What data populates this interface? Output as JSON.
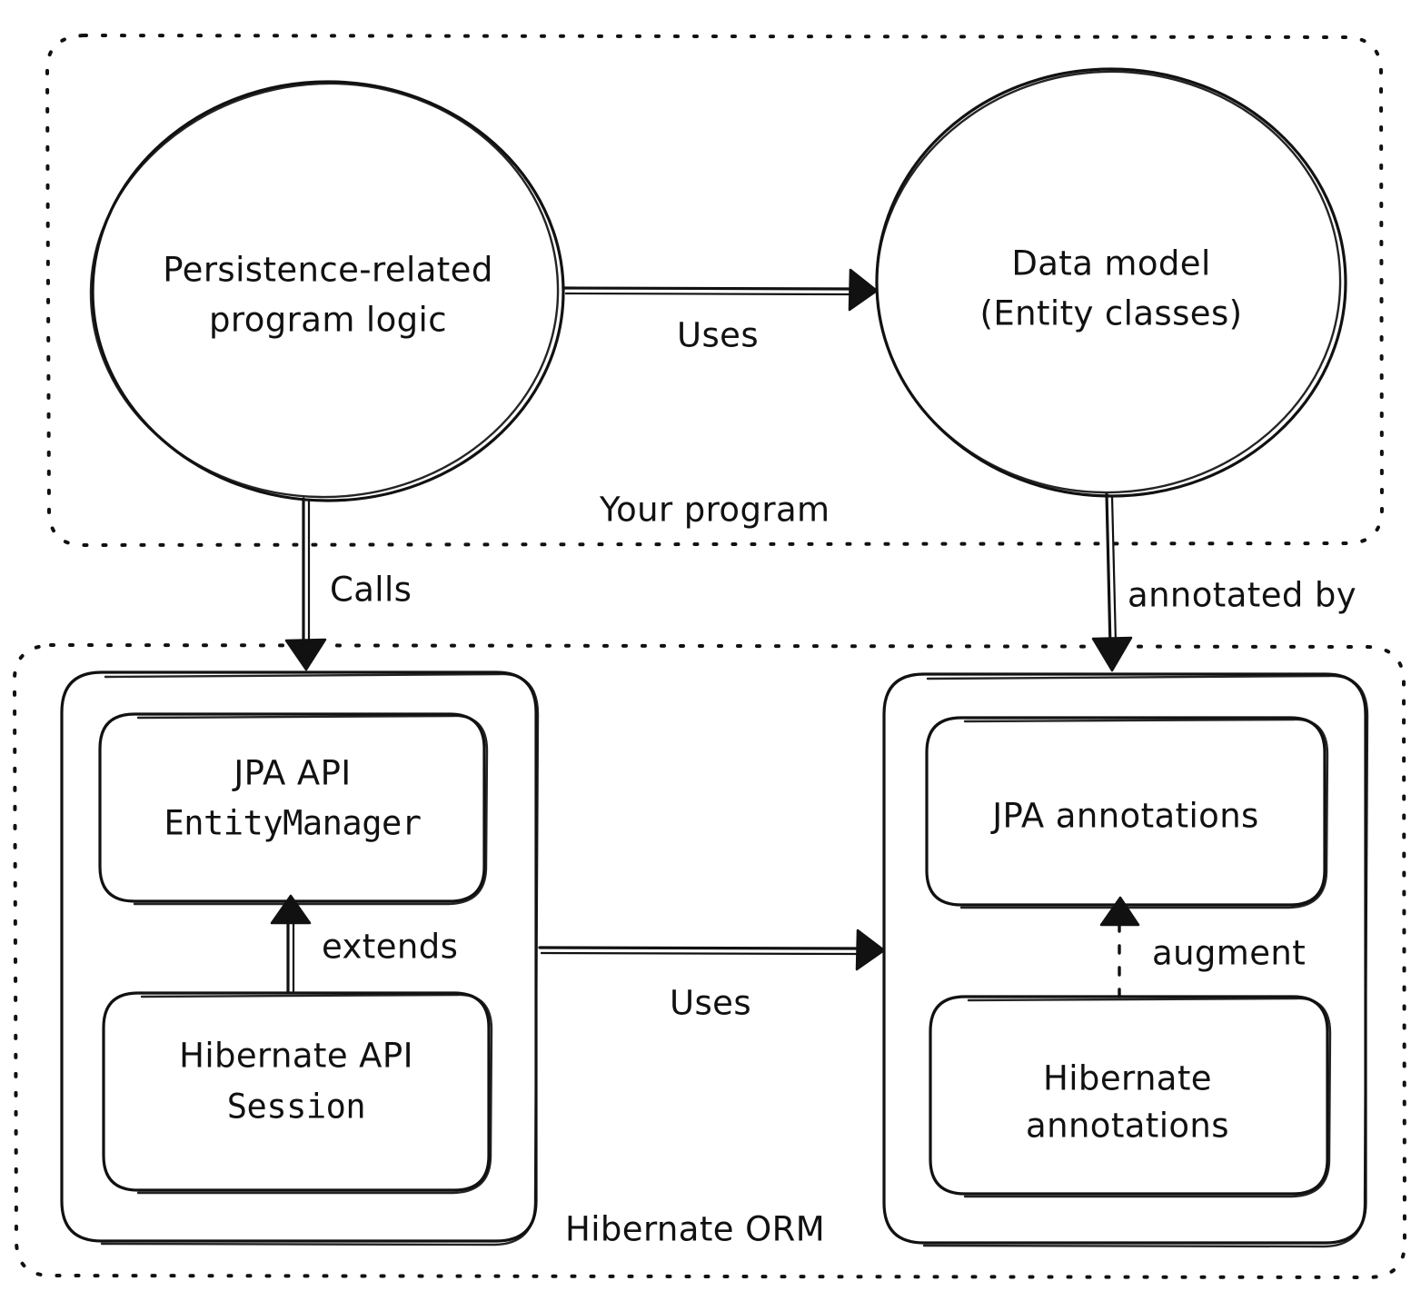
{
  "diagram": {
    "title_implicit": "JPA / Hibernate ORM architecture",
    "groups": [
      {
        "id": "your-program",
        "label": "Your program"
      },
      {
        "id": "hibernate-orm",
        "label": "Hibernate ORM"
      }
    ],
    "nodes": [
      {
        "id": "persistence-logic",
        "shape": "ellipse",
        "line1": "Persistence-related",
        "line2": "program logic"
      },
      {
        "id": "data-model",
        "shape": "ellipse",
        "line1": "Data model",
        "line2": "(Entity classes)"
      },
      {
        "id": "jpa-api",
        "shape": "rounded-rect",
        "line1": "JPA API",
        "line2": "EntityManager"
      },
      {
        "id": "hibernate-api",
        "shape": "rounded-rect",
        "line1": "Hibernate API",
        "line2": "Session"
      },
      {
        "id": "jpa-annotations",
        "shape": "rounded-rect",
        "line1": "JPA annotations",
        "line2": ""
      },
      {
        "id": "hibernate-annotations",
        "shape": "rounded-rect",
        "line1": "Hibernate",
        "line2": "annotations"
      }
    ],
    "edges": [
      {
        "id": "uses-top",
        "label": "Uses",
        "from": "persistence-logic",
        "to": "data-model",
        "style": "solid",
        "arrow": "filled-triangle"
      },
      {
        "id": "calls",
        "label": "Calls",
        "from": "persistence-logic",
        "to": "jpa-api",
        "style": "solid",
        "arrow": "filled-triangle"
      },
      {
        "id": "annotated-by",
        "label": "annotated by",
        "from": "data-model",
        "to": "jpa-annotations",
        "style": "solid",
        "arrow": "filled-triangle"
      },
      {
        "id": "extends",
        "label": "extends",
        "from": "hibernate-api",
        "to": "jpa-api",
        "style": "solid",
        "arrow": "filled-triangle"
      },
      {
        "id": "uses-bottom",
        "label": "Uses",
        "from": "jpa-api-group",
        "to": "annotations-group",
        "style": "solid",
        "arrow": "filled-triangle"
      },
      {
        "id": "augment",
        "label": "augment",
        "from": "hibernate-annotations",
        "to": "jpa-annotations",
        "style": "dashed",
        "arrow": "filled-triangle"
      }
    ],
    "colors": {
      "stroke": "#111111",
      "background": "#ffffff"
    }
  }
}
